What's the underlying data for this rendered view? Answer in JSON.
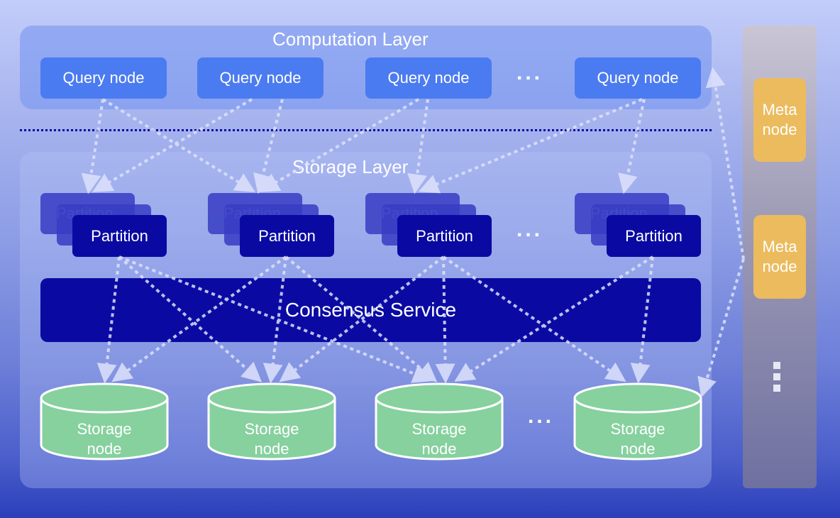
{
  "computation_layer": {
    "title": "Computation Layer",
    "query_nodes": [
      "Query node",
      "Query node",
      "Query node",
      "Query node"
    ],
    "ellipsis": "..."
  },
  "storage_layer": {
    "title": "Storage Layer",
    "partitions": [
      {
        "back_label": "Partition",
        "front_label": "Partition"
      },
      {
        "back_label": "Partition",
        "front_label": "Partition"
      },
      {
        "back_label": "Partition",
        "front_label": "Partition"
      },
      {
        "back_label": "Partition",
        "front_label": "Partition"
      }
    ],
    "partition_ellipsis": "...",
    "consensus_label": "Consensus Service",
    "storage_nodes": [
      "Storage node",
      "Storage node",
      "Storage node",
      "Storage node"
    ],
    "storage_ellipsis": "..."
  },
  "meta_column": {
    "meta_nodes": [
      "Meta node",
      "Meta node"
    ],
    "ellipsis": "⋮"
  },
  "colors": {
    "query_node": "#4b7bf0",
    "partition": "#0a0aa3",
    "consensus": "#0a0aa3",
    "storage_node": "#86d19e",
    "meta_node": "#ebbb5d",
    "layer_divider": "#0a0aa3"
  }
}
